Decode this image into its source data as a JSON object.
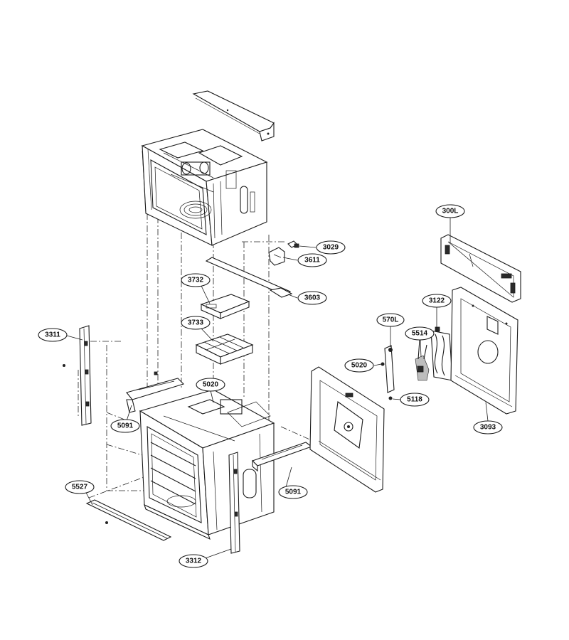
{
  "callouts": [
    {
      "id": "c3311",
      "label": "3311"
    },
    {
      "id": "c5091a",
      "label": "5091"
    },
    {
      "id": "c5527",
      "label": "5527"
    },
    {
      "id": "c3312",
      "label": "3312"
    },
    {
      "id": "c5020a",
      "label": "5020"
    },
    {
      "id": "c5091b",
      "label": "5091"
    },
    {
      "id": "c3732",
      "label": "3732"
    },
    {
      "id": "c3733",
      "label": "3733"
    },
    {
      "id": "c3029",
      "label": "3029"
    },
    {
      "id": "c3611",
      "label": "3611"
    },
    {
      "id": "c3603",
      "label": "3603"
    },
    {
      "id": "c570L",
      "label": "570L"
    },
    {
      "id": "c5020b",
      "label": "5020"
    },
    {
      "id": "c5118",
      "label": "5118"
    },
    {
      "id": "c5514",
      "label": "5514"
    },
    {
      "id": "c3122",
      "label": "3122"
    },
    {
      "id": "c300L",
      "label": "300L"
    },
    {
      "id": "c3093",
      "label": "3093"
    }
  ]
}
